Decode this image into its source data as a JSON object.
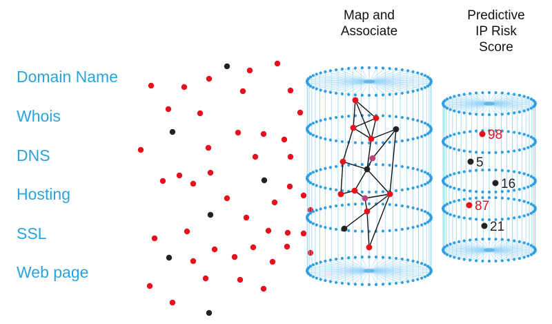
{
  "left_labels": [
    {
      "text": "Domain Name"
    },
    {
      "text": "Whois"
    },
    {
      "text": "DNS"
    },
    {
      "text": "Hosting"
    },
    {
      "text": "SSL"
    },
    {
      "text": "Web page"
    }
  ],
  "map_title": "Map and Associate",
  "score_title": "Predictive IP Risk Score",
  "scores": [
    {
      "value": "98",
      "status": "high"
    },
    {
      "value": "5",
      "status": "low"
    },
    {
      "value": "16",
      "status": "low"
    },
    {
      "value": "87",
      "status": "high"
    },
    {
      "value": "21",
      "status": "low"
    }
  ],
  "colors": {
    "label": "#2aa3dc",
    "cylinder": "#2f9ee0",
    "cylinder_light": "#8fd0f5",
    "high": "#e8101b",
    "low": "#222222",
    "edge": "#111111"
  }
}
